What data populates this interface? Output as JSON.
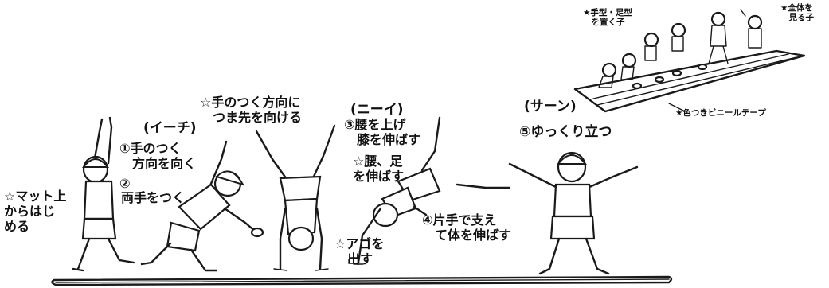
{
  "labels": {
    "count_1": "(イーチ)",
    "count_2": "(ニーイ)",
    "count_3": "(サーン)",
    "start": "☆マット上\nからはじ\nめる",
    "step1": "①手のつく\n　方向を向く",
    "step2_num": "②",
    "step2": "両手をつく",
    "toe_tip": "☆手のつく方向に\n　つま先を向ける",
    "step3": "③腰を上げ\n　膝を伸ばす",
    "hip_tip": "☆腰、足\nを伸ばす",
    "chin_tip": "☆アゴを\n　出す",
    "step4": "④片手で支え\n　て体を伸ばす",
    "step5": "⑤ゆっくり立つ",
    "inset_marker": "★手型・足型\n　を置く子",
    "inset_observer": "★全体を\n　見る子",
    "inset_tape": "★色つきビニールテープ"
  }
}
